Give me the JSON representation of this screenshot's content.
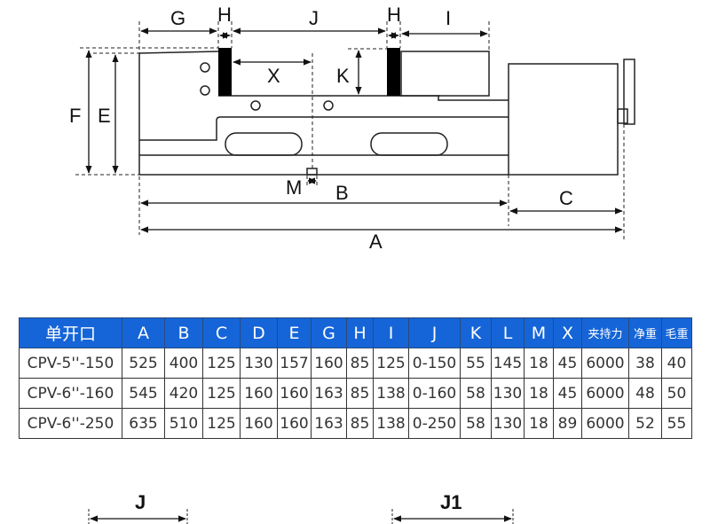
{
  "drawing": {
    "dimension_labels": {
      "G": "G",
      "H_left": "H",
      "J": "J",
      "H_right": "H",
      "I": "I",
      "X": "X",
      "K": "K",
      "F": "F",
      "E": "E",
      "M": "M",
      "B": "B",
      "C": "C",
      "A": "A"
    }
  },
  "table": {
    "headers": [
      "单开口",
      "A",
      "B",
      "C",
      "D",
      "E",
      "G",
      "H",
      "I",
      "J",
      "K",
      "L",
      "M",
      "X",
      "夹持力",
      "净重",
      "毛重"
    ],
    "rows": [
      [
        "CPV-5''-150",
        "525",
        "400",
        "125",
        "130",
        "157",
        "160",
        "85",
        "125",
        "0-150",
        "55",
        "145",
        "18",
        "45",
        "6000",
        "38",
        "40"
      ],
      [
        "CPV-6''-160",
        "545",
        "420",
        "125",
        "160",
        "160",
        "163",
        "85",
        "138",
        "0-160",
        "58",
        "130",
        "18",
        "45",
        "6000",
        "48",
        "50"
      ],
      [
        "CPV-6''-250",
        "635",
        "510",
        "125",
        "160",
        "160",
        "163",
        "85",
        "138",
        "0-250",
        "58",
        "130",
        "18",
        "89",
        "6000",
        "52",
        "55"
      ]
    ],
    "header_color": "#1565d8"
  },
  "bottom": {
    "labels": {
      "J": "J",
      "J1": "J1"
    }
  }
}
